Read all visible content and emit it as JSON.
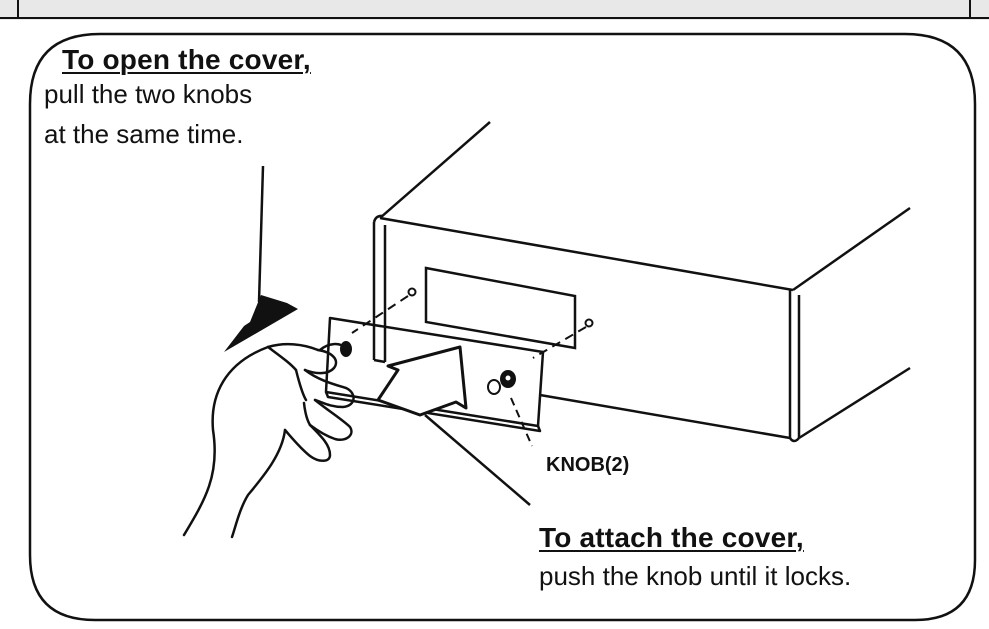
{
  "open_instruction": {
    "heading": "To open the cover,",
    "lines": [
      "pull the two knobs",
      "at the same time."
    ]
  },
  "callout": {
    "knob_label": "KNOB(2)"
  },
  "attach_instruction": {
    "heading": "To attach the cover,",
    "line": "push the knob until it locks."
  }
}
